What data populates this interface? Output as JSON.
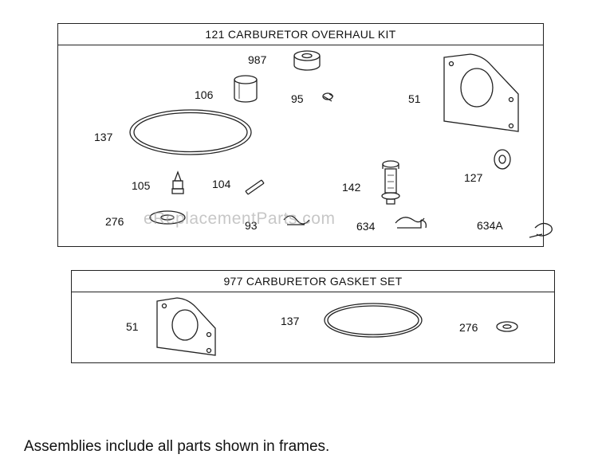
{
  "overhaul_kit": {
    "title": "121 CARBURETOR OVERHAUL KIT",
    "parts": {
      "p987": "987",
      "p106": "106",
      "p95": "95",
      "p51": "51",
      "p137": "137",
      "p127": "127",
      "p105": "105",
      "p104": "104",
      "p142": "142",
      "p276": "276",
      "p93": "93",
      "p634": "634",
      "p634a": "634A"
    }
  },
  "gasket_set": {
    "title": "977 CARBURETOR GASKET SET",
    "parts": {
      "p51": "51",
      "p137": "137",
      "p276": "276"
    }
  },
  "watermark": "eReplacementParts.com",
  "footer": "Assemblies include all parts shown in frames.",
  "colors": {
    "line": "#222222",
    "background": "#ffffff"
  }
}
